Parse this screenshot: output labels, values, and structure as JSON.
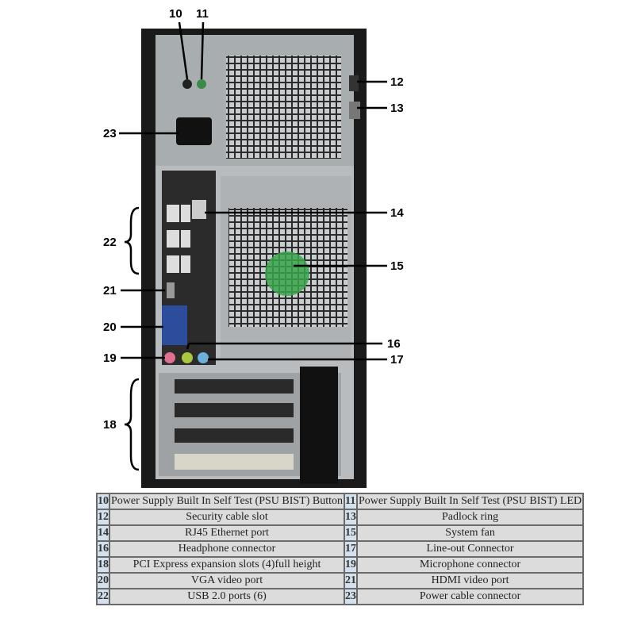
{
  "callouts": [
    "10",
    "11",
    "12",
    "13",
    "14",
    "15",
    "16",
    "17",
    "18",
    "19",
    "20",
    "21",
    "22",
    "23"
  ],
  "legend": [
    [
      {
        "num": "10",
        "desc": "Power Supply Built In Self Test (PSU BIST) Button"
      },
      {
        "num": "11",
        "desc": "Power Supply Built In Self Test (PSU BIST) LED"
      }
    ],
    [
      {
        "num": "12",
        "desc": "Security cable slot"
      },
      {
        "num": "13",
        "desc": "Padlock ring"
      }
    ],
    [
      {
        "num": "14",
        "desc": "RJ45 Ethernet port"
      },
      {
        "num": "15",
        "desc": "System fan"
      }
    ],
    [
      {
        "num": "16",
        "desc": "Headphone connector"
      },
      {
        "num": "17",
        "desc": "Line-out Connector"
      }
    ],
    [
      {
        "num": "18",
        "desc": "PCI Express expansion slots (4)full height"
      },
      {
        "num": "19",
        "desc": "Microphone connector"
      }
    ],
    [
      {
        "num": "20",
        "desc": "VGA video port"
      },
      {
        "num": "21",
        "desc": "HDMI video port"
      }
    ],
    [
      {
        "num": "22",
        "desc": "USB 2.0 ports (6)"
      },
      {
        "num": "23",
        "desc": "Power cable connector"
      }
    ]
  ]
}
